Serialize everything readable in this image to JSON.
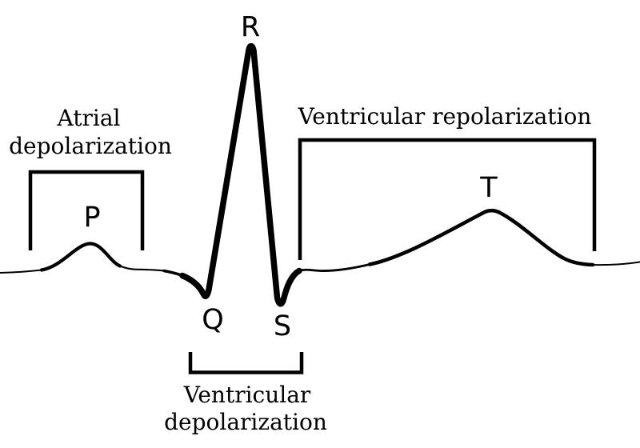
{
  "colors": {
    "ink": "#000000",
    "background": "#ffffff"
  },
  "wave_labels": {
    "p": "P",
    "q": "Q",
    "r": "R",
    "s": "S",
    "t": "T"
  },
  "annotations": {
    "atrial_depolarization": {
      "line1": "Atrial",
      "line2": "depolarization"
    },
    "ventricular_repolarization": {
      "text": "Ventricular repolarization"
    },
    "ventricular_depolarization": {
      "line1": "Ventricular",
      "line2": "depolarization"
    }
  }
}
